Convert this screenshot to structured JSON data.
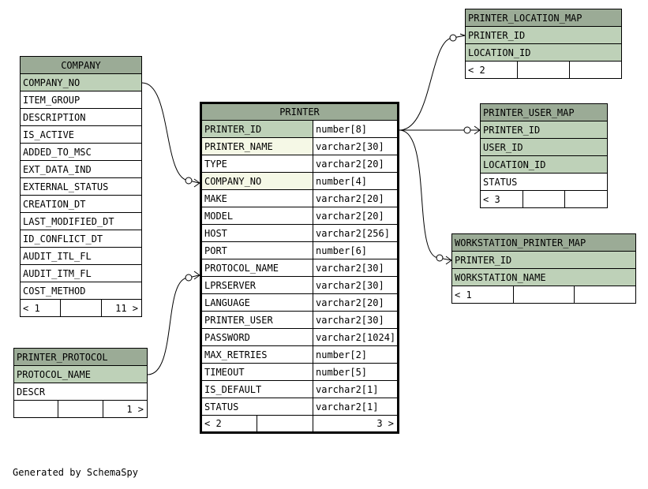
{
  "credit": "Generated by SchemaSpy",
  "company": {
    "name": "COMPANY",
    "columns": [
      "COMPANY_NO",
      "ITEM_GROUP",
      "DESCRIPTION",
      "IS_ACTIVE",
      "ADDED_TO_MSC",
      "EXT_DATA_IND",
      "EXTERNAL_STATUS",
      "CREATION_DT",
      "LAST_MODIFIED_DT",
      "ID_CONFLICT_DT",
      "AUDIT_ITL_FL",
      "AUDIT_ITM_FL",
      "COST_METHOD"
    ],
    "parents": "< 1",
    "children": "11 >"
  },
  "printer_protocol": {
    "name": "PRINTER_PROTOCOL",
    "columns": [
      "PROTOCOL_NAME",
      "DESCR"
    ],
    "parents": "",
    "children": "1 >"
  },
  "printer": {
    "name": "PRINTER",
    "columns": [
      {
        "name": "PRINTER_ID",
        "type": "number[8]"
      },
      {
        "name": "PRINTER_NAME",
        "type": "varchar2[30]"
      },
      {
        "name": "TYPE",
        "type": "varchar2[20]"
      },
      {
        "name": "COMPANY_NO",
        "type": "number[4]"
      },
      {
        "name": "MAKE",
        "type": "varchar2[20]"
      },
      {
        "name": "MODEL",
        "type": "varchar2[20]"
      },
      {
        "name": "HOST",
        "type": "varchar2[256]"
      },
      {
        "name": "PORT",
        "type": "number[6]"
      },
      {
        "name": "PROTOCOL_NAME",
        "type": "varchar2[30]"
      },
      {
        "name": "LPRSERVER",
        "type": "varchar2[30]"
      },
      {
        "name": "LANGUAGE",
        "type": "varchar2[20]"
      },
      {
        "name": "PRINTER_USER",
        "type": "varchar2[30]"
      },
      {
        "name": "PASSWORD",
        "type": "varchar2[1024]"
      },
      {
        "name": "MAX_RETRIES",
        "type": "number[2]"
      },
      {
        "name": "TIMEOUT",
        "type": "number[5]"
      },
      {
        "name": "IS_DEFAULT",
        "type": "varchar2[1]"
      },
      {
        "name": "STATUS",
        "type": "varchar2[1]"
      }
    ],
    "parents": "< 2",
    "children": "3 >"
  },
  "printer_location_map": {
    "name": "PRINTER_LOCATION_MAP",
    "columns": [
      "PRINTER_ID",
      "LOCATION_ID"
    ],
    "parents": "< 2",
    "children": ""
  },
  "printer_user_map": {
    "name": "PRINTER_USER_MAP",
    "columns": [
      "PRINTER_ID",
      "USER_ID",
      "LOCATION_ID",
      "STATUS"
    ],
    "parents": "< 3",
    "children": ""
  },
  "workstation_printer_map": {
    "name": "WORKSTATION_PRINTER_MAP",
    "columns": [
      "PRINTER_ID",
      "WORKSTATION_NAME"
    ],
    "parents": "< 1",
    "children": ""
  },
  "colors": {
    "header": "#9bab96",
    "primary_key": "#bed1b8",
    "indexed": "#f5f8e6"
  }
}
